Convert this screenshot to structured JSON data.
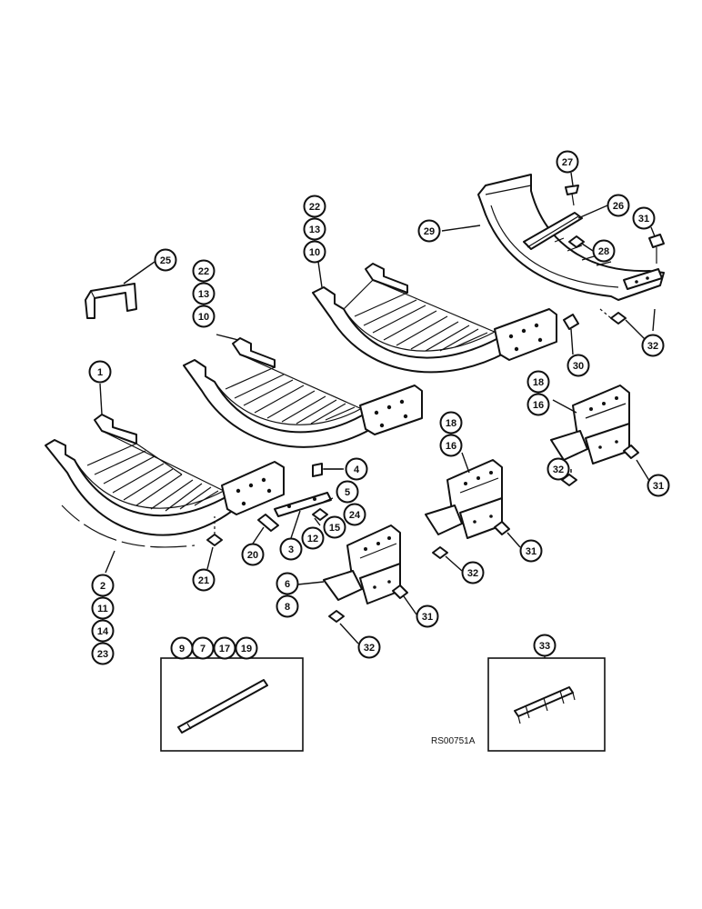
{
  "drawing": {
    "reference_code": "RS00751A",
    "callouts": [
      {
        "id": "c1",
        "label": "1"
      },
      {
        "id": "c2",
        "label": "2"
      },
      {
        "id": "c11",
        "label": "11"
      },
      {
        "id": "c14",
        "label": "14"
      },
      {
        "id": "c23",
        "label": "23"
      },
      {
        "id": "c3",
        "label": "3"
      },
      {
        "id": "c12",
        "label": "12"
      },
      {
        "id": "c15",
        "label": "15"
      },
      {
        "id": "c24",
        "label": "24"
      },
      {
        "id": "c4",
        "label": "4"
      },
      {
        "id": "c5",
        "label": "5"
      },
      {
        "id": "c20",
        "label": "20"
      },
      {
        "id": "c21",
        "label": "21"
      },
      {
        "id": "c6",
        "label": "6"
      },
      {
        "id": "c8",
        "label": "8"
      },
      {
        "id": "c31a",
        "label": "31"
      },
      {
        "id": "c32a",
        "label": "32"
      },
      {
        "id": "c18a",
        "label": "18"
      },
      {
        "id": "c16a",
        "label": "16"
      },
      {
        "id": "c31b",
        "label": "31"
      },
      {
        "id": "c32b",
        "label": "32"
      },
      {
        "id": "c18b",
        "label": "18"
      },
      {
        "id": "c16b",
        "label": "16"
      },
      {
        "id": "c31c",
        "label": "31"
      },
      {
        "id": "c32c",
        "label": "32"
      },
      {
        "id": "c22a",
        "label": "22"
      },
      {
        "id": "c13a",
        "label": "13"
      },
      {
        "id": "c10a",
        "label": "10"
      },
      {
        "id": "c22b",
        "label": "22"
      },
      {
        "id": "c13b",
        "label": "13"
      },
      {
        "id": "c10b",
        "label": "10"
      },
      {
        "id": "c25",
        "label": "25"
      },
      {
        "id": "c27",
        "label": "27"
      },
      {
        "id": "c26",
        "label": "26"
      },
      {
        "id": "c29",
        "label": "29"
      },
      {
        "id": "c28",
        "label": "28"
      },
      {
        "id": "c31d",
        "label": "31"
      },
      {
        "id": "c30",
        "label": "30"
      },
      {
        "id": "c32d",
        "label": "32"
      },
      {
        "id": "c9",
        "label": "9"
      },
      {
        "id": "c7",
        "label": "7"
      },
      {
        "id": "c17",
        "label": "17"
      },
      {
        "id": "c19",
        "label": "19"
      },
      {
        "id": "c33",
        "label": "33"
      }
    ]
  }
}
